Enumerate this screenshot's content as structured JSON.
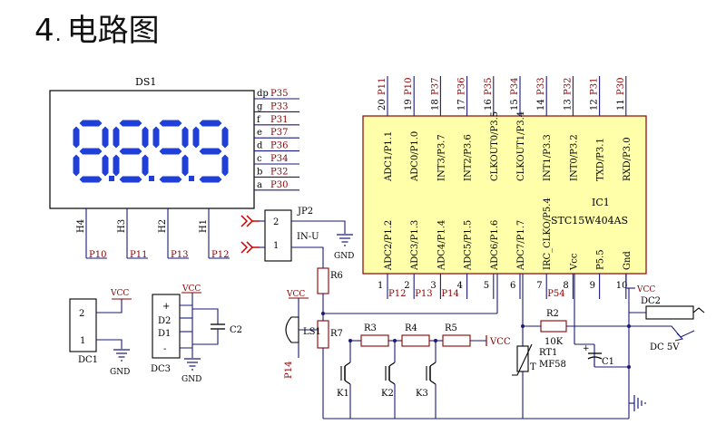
{
  "heading": {
    "number": "4",
    "separator": ".",
    "title": "电路图"
  },
  "display": {
    "ref": "DS1",
    "digits": "8.8.9.9",
    "color": "#1f3fd8",
    "segments": [
      {
        "seg": "dp",
        "pin": "P35"
      },
      {
        "seg": "g",
        "pin": "P33"
      },
      {
        "seg": "f",
        "pin": "P31"
      },
      {
        "seg": "e",
        "pin": "P37"
      },
      {
        "seg": "d",
        "pin": "P36"
      },
      {
        "seg": "c",
        "pin": "P34"
      },
      {
        "seg": "b",
        "pin": "P32"
      },
      {
        "seg": "a",
        "pin": "P30"
      }
    ],
    "commons": [
      {
        "name": "H4",
        "pin": "P10"
      },
      {
        "name": "H3",
        "pin": "P11"
      },
      {
        "name": "H2",
        "pin": "P13"
      },
      {
        "name": "H1",
        "pin": "P12"
      }
    ]
  },
  "ic": {
    "ref": "IC1",
    "part": "STC15W404AS",
    "fill": "#ffffaa",
    "top_pins": [
      {
        "num": "20",
        "port": "P11",
        "fn": "ADC1/P1.1"
      },
      {
        "num": "19",
        "port": "P10",
        "fn": "ADC0/P1.0"
      },
      {
        "num": "18",
        "port": "P37",
        "fn": "INT3/P3.7"
      },
      {
        "num": "17",
        "port": "P36",
        "fn": "INT2/P3.6"
      },
      {
        "num": "16",
        "port": "P35",
        "fn": "CLKOUT0/P3.5"
      },
      {
        "num": "15",
        "port": "P34",
        "fn": "CLKOUT1/P3.4"
      },
      {
        "num": "14",
        "port": "P33",
        "fn": "INT1/P3.3"
      },
      {
        "num": "13",
        "port": "P32",
        "fn": "INT0/P3.2"
      },
      {
        "num": "12",
        "port": "P31",
        "fn": "TXD/P3.1"
      },
      {
        "num": "11",
        "port": "P30",
        "fn": "RXD/P3.0"
      }
    ],
    "bottom_pins": [
      {
        "num": "1",
        "fn": "ADC2/P1.2",
        "port": "P12"
      },
      {
        "num": "2",
        "fn": "ADC3/P1.3",
        "port": "P13"
      },
      {
        "num": "3",
        "fn": "ADC4/P1.4",
        "port": "P14"
      },
      {
        "num": "4",
        "fn": "ADC5/P1.5",
        "port": ""
      },
      {
        "num": "5",
        "fn": "ADC6/P1.6",
        "port": ""
      },
      {
        "num": "6",
        "fn": "ADC7/P1.7",
        "port": ""
      },
      {
        "num": "7",
        "fn": "IRC_CLKO/P5.4",
        "port": "P54"
      },
      {
        "num": "8",
        "fn": "Vcc",
        "port": ""
      },
      {
        "num": "9",
        "fn": "P5.5",
        "port": ""
      },
      {
        "num": "10",
        "fn": "Gnd",
        "port": ""
      }
    ]
  },
  "labels": {
    "jp2": "JP2",
    "jp2_pin2": "2",
    "jp2_pin1": "1",
    "in_u": "IN-U",
    "gnd": "GND",
    "vcc": "VCC",
    "r6": "R6",
    "r7": "R7",
    "r3": "R3",
    "r4": "R4",
    "r5": "R5",
    "r2": "R2",
    "ls1": "LS1",
    "p14": "P14",
    "k1": "K1",
    "k2": "K2",
    "k3": "K3",
    "dc1": "DC1",
    "dc1_pin2": "2",
    "dc1_pin1": "1",
    "dc3": "DC3",
    "dc3_plus": "+",
    "dc3_d2": "D2",
    "dc3_d1": "D1",
    "dc3_minus": "-",
    "c2": "C2",
    "c1": "C1",
    "r2_value": "10K",
    "rt1": "RT1",
    "mf58": "MF58",
    "t": "T",
    "dc2": "DC2",
    "dc5v": "DC 5V"
  },
  "colors": {
    "wire": "#1a1a7a",
    "label": "#8b0000",
    "power": "#8b0000",
    "component": "#000000"
  }
}
